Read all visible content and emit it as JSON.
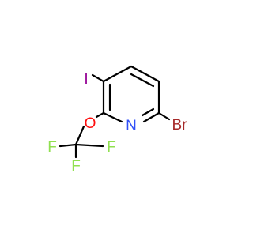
{
  "molecule": {
    "atoms": {
      "iodine": "I",
      "nitrogen": "N",
      "bromine": "Br",
      "oxygen": "O",
      "fluorine_top": "F",
      "fluorine_right": "F",
      "fluorine_left": "F"
    },
    "colors": {
      "bond": "#000000",
      "iodine": "#940094",
      "nitrogen": "#3050F8",
      "bromine": "#A62929",
      "oxygen": "#FF0D0D",
      "fluorine": "#90E050"
    }
  }
}
